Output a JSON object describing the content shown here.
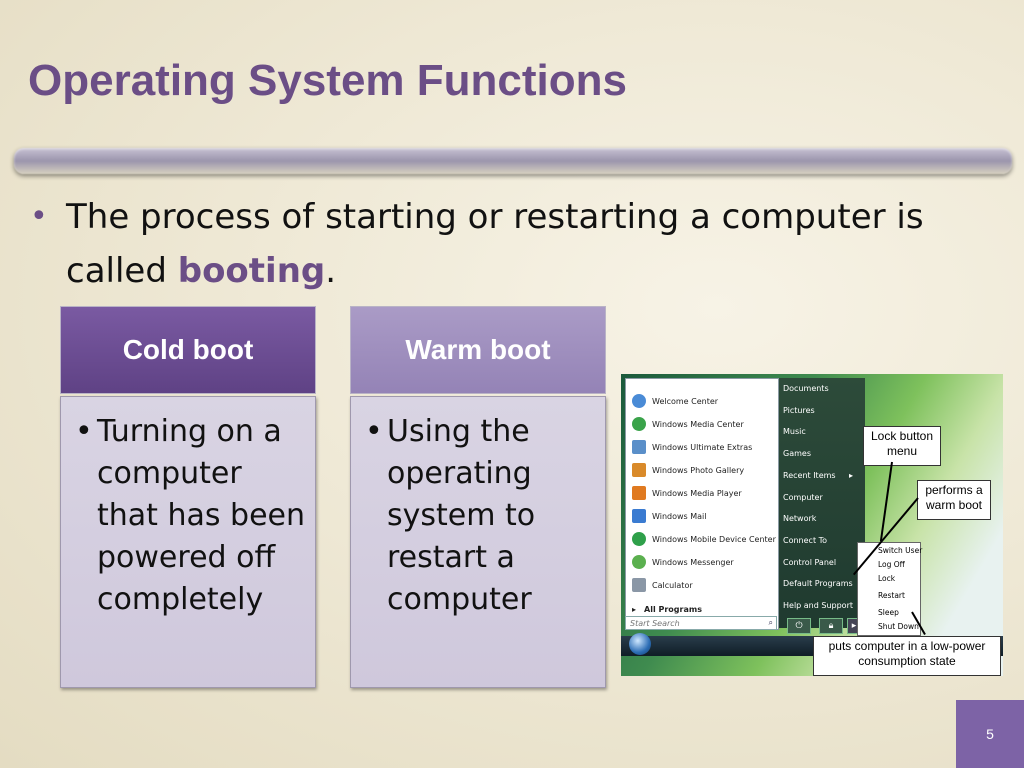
{
  "slide": {
    "title": "Operating System Functions",
    "bullet": {
      "marker": "•",
      "text_before": "The process of starting or restarting a computer is called ",
      "highlight": "booting",
      "text_after": "."
    },
    "cards": [
      {
        "heading": "Cold boot",
        "marker": "•",
        "body": "Turning on a computer that has been powered off completely"
      },
      {
        "heading": "Warm boot",
        "marker": "•",
        "body": "Using the operating system to restart a computer"
      }
    ],
    "page_number": "5"
  },
  "screenshot": {
    "left_items": [
      "Welcome Center",
      "Windows Media Center",
      "Windows Ultimate Extras",
      "Windows Photo Gallery",
      "Windows Media Player",
      "Windows Mail",
      "Windows Mobile Device Center",
      "Windows Messenger",
      "Calculator"
    ],
    "all_programs": "All Programs",
    "search_placeholder": "Start Search",
    "right_items": [
      "Documents",
      "Pictures",
      "Music",
      "Games",
      "Recent Items",
      "Computer",
      "Network",
      "Connect To",
      "Control Panel",
      "Default Programs",
      "Help and Support"
    ],
    "submenu_items": [
      "Switch User",
      "Log Off",
      "Lock",
      "Restart",
      "Sleep",
      "Shut Down"
    ],
    "callouts": {
      "lock_menu": "Lock button menu",
      "warm_boot": "performs a warm boot",
      "sleep": "puts computer in a low-power consumption state"
    }
  },
  "colors": {
    "accent": "#6b4e86",
    "cold_header": "#6a4c92",
    "warm_header": "#a090c0",
    "page_box": "#7d63a6"
  }
}
